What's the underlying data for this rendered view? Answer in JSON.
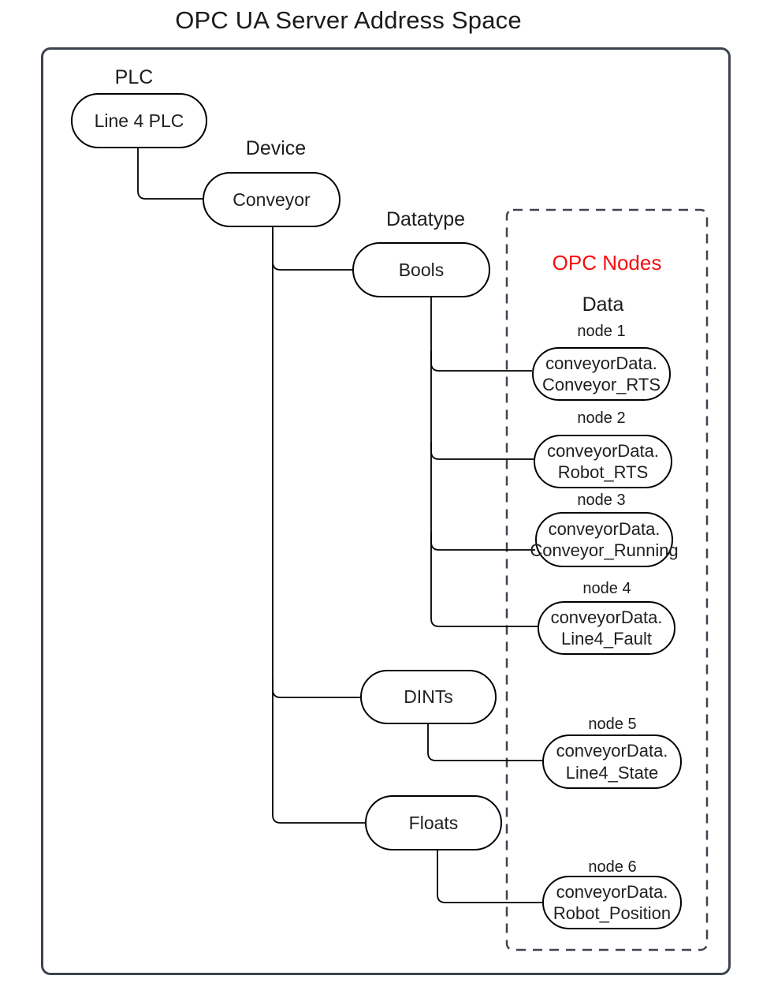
{
  "title": "OPC UA Server Address Space",
  "colors": {
    "outline_dark": "#3D434F",
    "node_stroke": "#000000",
    "opc_title_red": "#F90B0B",
    "text": "#1b1b1b"
  },
  "tree": {
    "plc_label": "PLC",
    "plc_node": "Line 4 PLC",
    "device_label": "Device",
    "device_node": "Conveyor",
    "datatype_label": "Datatype",
    "bools_node": "Bools",
    "dints_node": "DINTs",
    "floats_node": "Floats"
  },
  "opc_box": {
    "title": "OPC Nodes",
    "data_label": "Data",
    "nodes": [
      {
        "label": "node 1",
        "line1": "conveyorData.",
        "line2": "Conveyor_RTS"
      },
      {
        "label": "node 2",
        "line1": "conveyorData.",
        "line2": "Robot_RTS"
      },
      {
        "label": "node 3",
        "line1": "conveyorData.",
        "line2": "Conveyor_Running"
      },
      {
        "label": "node 4",
        "line1": "conveyorData.",
        "line2": "Line4_Fault"
      },
      {
        "label": "node 5",
        "line1": "conveyorData.",
        "line2": "Line4_State"
      },
      {
        "label": "node 6",
        "line1": "conveyorData.",
        "line2": "Robot_Position"
      }
    ]
  }
}
